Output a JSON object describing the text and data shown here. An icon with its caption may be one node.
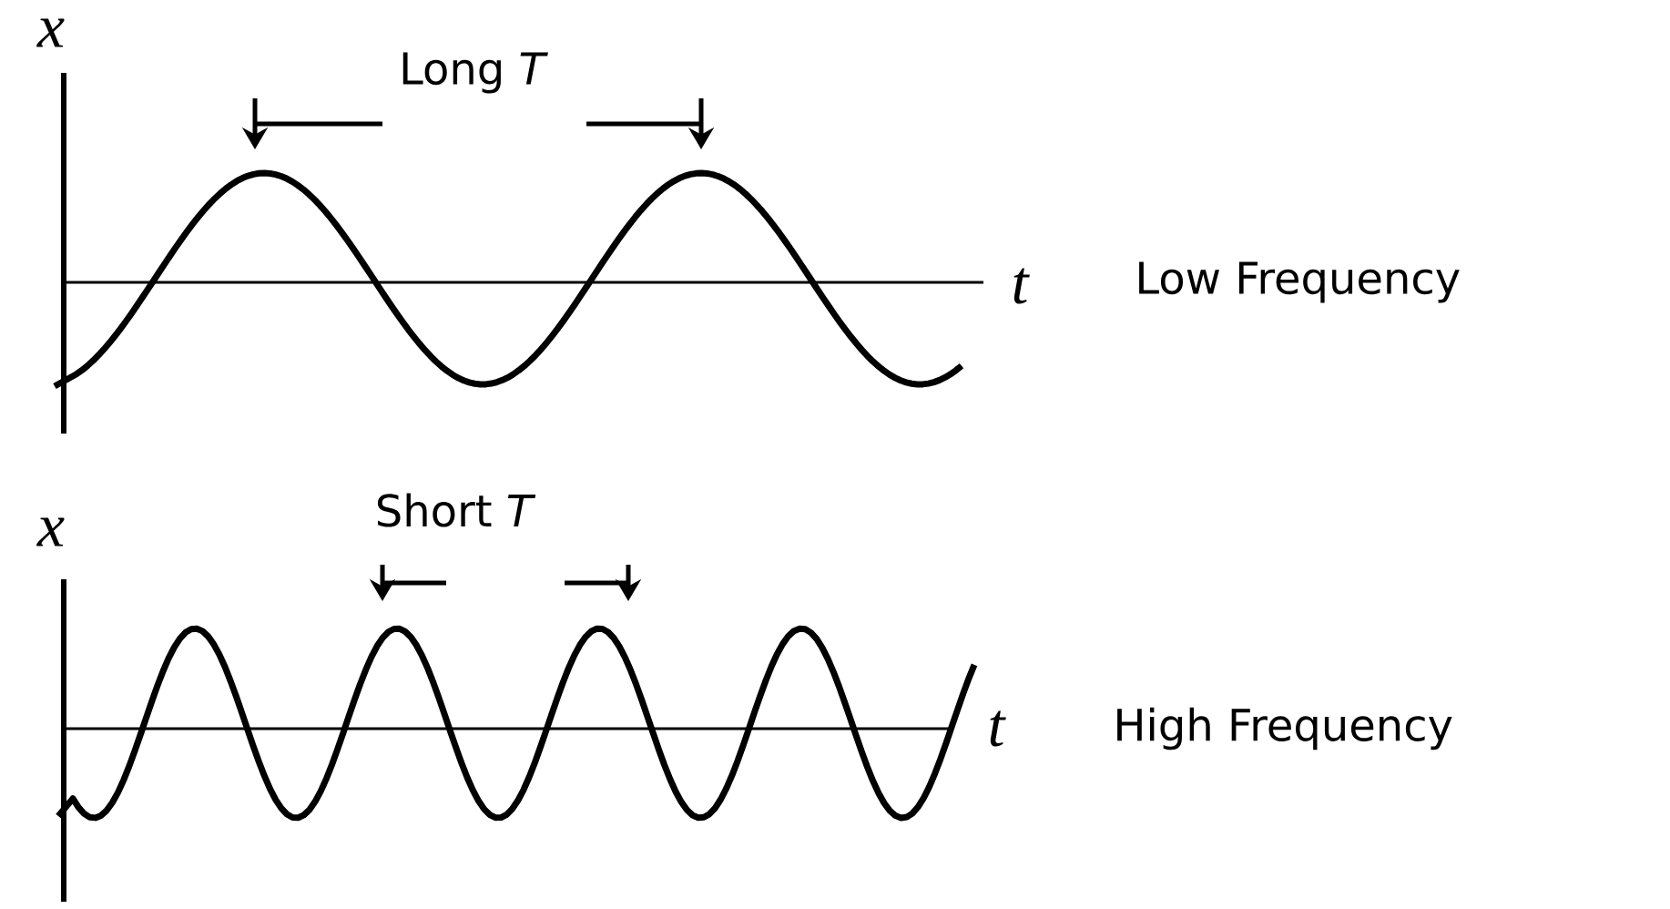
{
  "diagram": {
    "labels": [
      "x",
      "Long *T*",
      "t",
      "Low Frequency",
      "x",
      "Short *T*",
      "t",
      "High Frequency"
    ]
  }
}
